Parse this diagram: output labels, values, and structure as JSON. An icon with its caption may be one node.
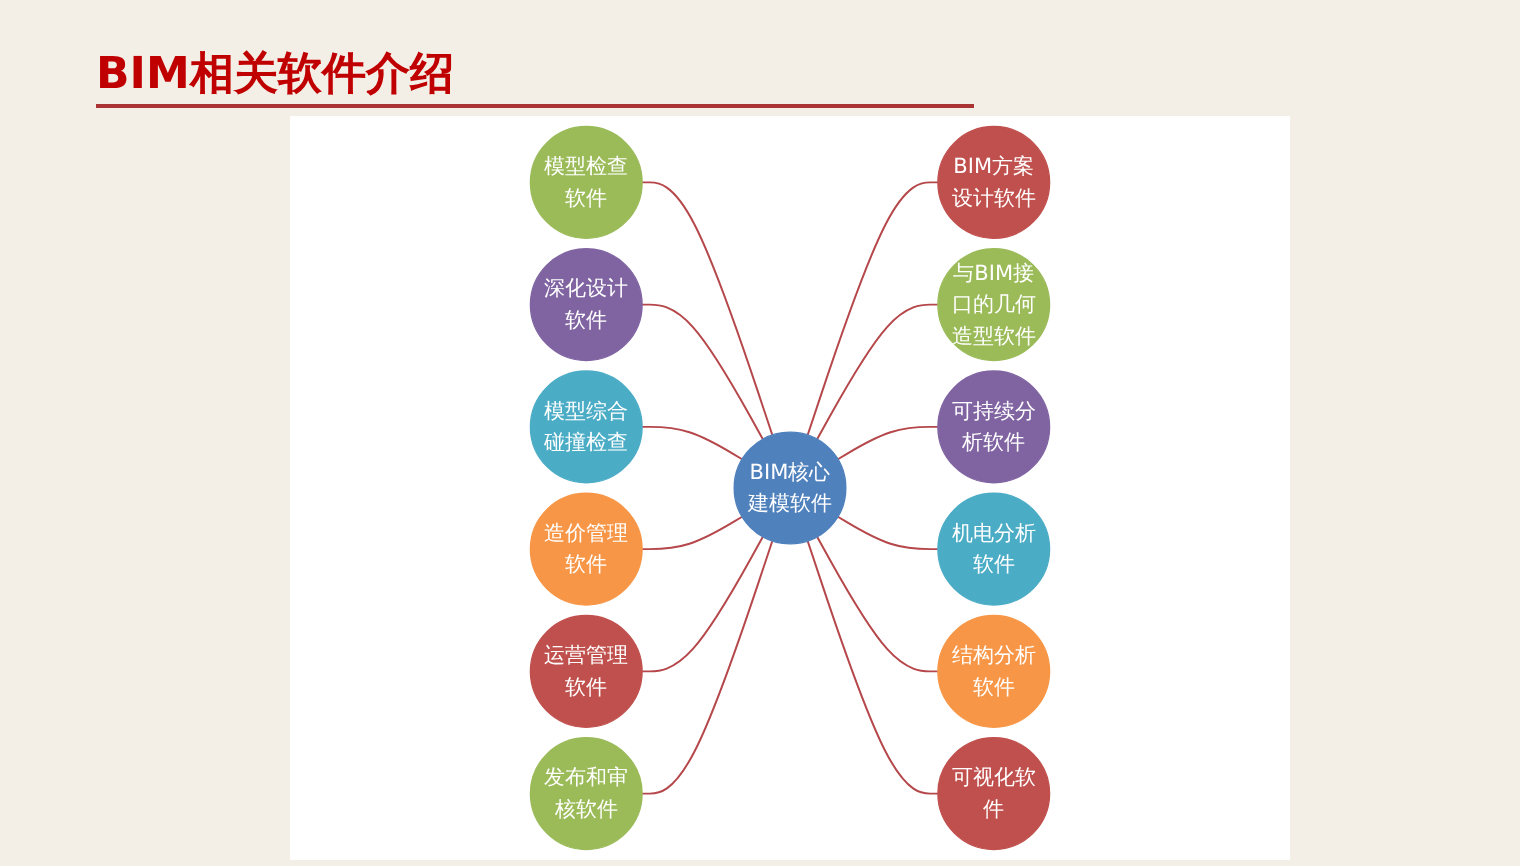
{
  "diagram": {
    "title": "BIM相关软件介绍",
    "nodes": [
      {
        "text": [
          "BIM核心建模软件"
        ]
      },
      {
        "text": [
          "BIM方案设计软件"
        ]
      },
      {
        "text": [
          "与BIM接口的几何造型软件"
        ]
      },
      {
        "text": [
          "可持续分析软件"
        ]
      },
      {
        "text": [
          "机电分析软件"
        ]
      },
      {
        "text": [
          "结构分析软件"
        ]
      },
      {
        "text": [
          "可视化软件"
        ]
      },
      {
        "text": [
          "模型检查软件"
        ]
      },
      {
        "text": [
          "深化设计软件"
        ]
      },
      {
        "text": [
          "模型综合碰撞检查"
        ]
      },
      {
        "text": [
          "造价管理软件"
        ]
      },
      {
        "text": [
          "运营管理软件"
        ]
      },
      {
        "text": [
          "发布和审核软件"
        ]
      }
    ],
    "edges": [
      {
        "from": 0,
        "to": 1,
        "arrow": "none"
      },
      {
        "from": 0,
        "to": 2,
        "arrow": "none"
      },
      {
        "from": 0,
        "to": 3,
        "arrow": "none"
      },
      {
        "from": 0,
        "to": 4,
        "arrow": "none"
      },
      {
        "from": 0,
        "to": 5,
        "arrow": "none"
      },
      {
        "from": 0,
        "to": 6,
        "arrow": "none"
      },
      {
        "from": 0,
        "to": 7,
        "arrow": "none"
      },
      {
        "from": 0,
        "to": 8,
        "arrow": "none"
      },
      {
        "from": 0,
        "to": 9,
        "arrow": "none"
      },
      {
        "from": 0,
        "to": 10,
        "arrow": "none"
      },
      {
        "from": 0,
        "to": 11,
        "arrow": "none"
      },
      {
        "from": 0,
        "to": 12,
        "arrow": "none"
      }
    ]
  }
}
